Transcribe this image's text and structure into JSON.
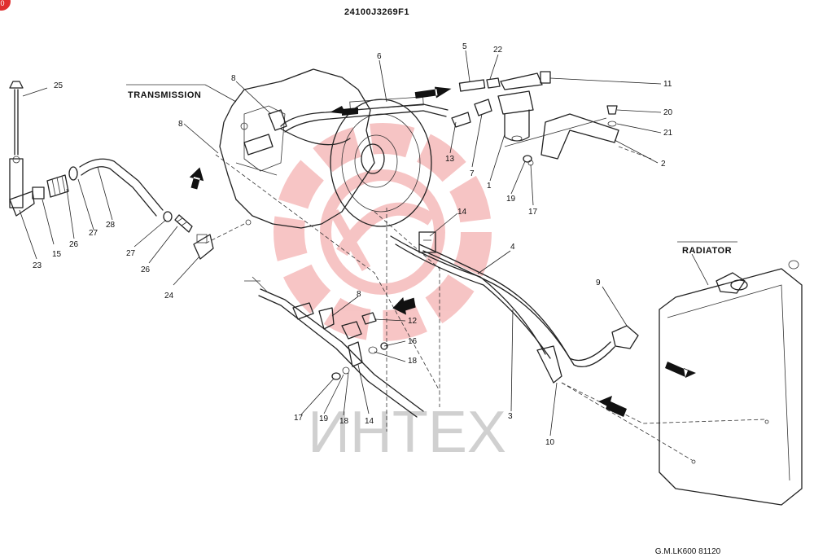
{
  "header": {
    "drawing_code": "24100J3269F1"
  },
  "footer": {
    "drawing_ref": "G.M.LK600 81120"
  },
  "labels": {
    "transmission": "TRANSMISSION",
    "radiator": "RADIATOR"
  },
  "watermark": {
    "text": "ИНТЕХ",
    "color": "#e85a5a"
  },
  "corner_badge": {
    "text": "0",
    "color": "#e03030"
  },
  "parts": [
    "25",
    "8",
    "6",
    "5",
    "22",
    "11",
    "20",
    "21",
    "2",
    "13",
    "7",
    "1",
    "19",
    "17",
    "8",
    "28",
    "27",
    "26",
    "27",
    "26",
    "23",
    "15",
    "24",
    "14",
    "4",
    "9",
    "8",
    "12",
    "16",
    "18",
    "17",
    "19",
    "18",
    "14",
    "3",
    "10"
  ]
}
